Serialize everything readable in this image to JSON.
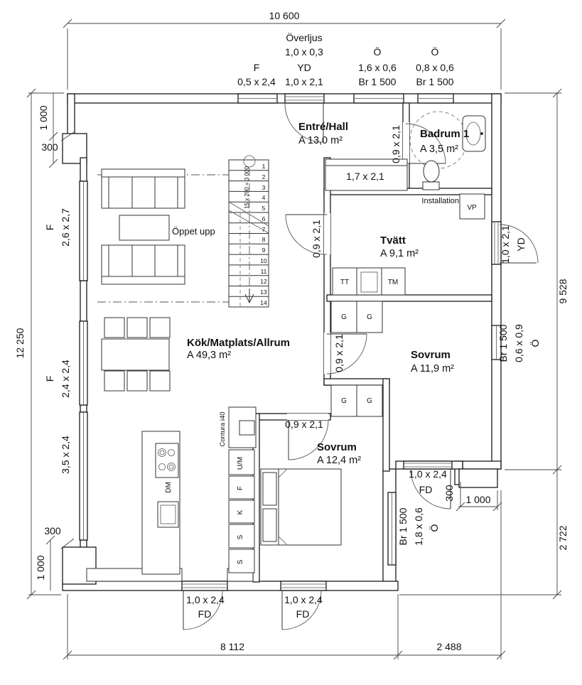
{
  "plan": {
    "dims": {
      "top": "10 600",
      "left": "12 250",
      "right_upper": "9 528",
      "right_lower": "2 722",
      "bottom_left": "8 112",
      "bottom_right": "2 488",
      "tl_v": "1 000",
      "tl_h": "300",
      "bl_h": "300",
      "bl_v": "1 000",
      "br_v": "300",
      "br_h": "1 000"
    },
    "top_openings": {
      "overljus": "Överljus",
      "overljus_size": "1,0 x 0,3",
      "f": "F",
      "f_size": "0,5 x 2,4",
      "yd": "YD",
      "yd_size": "1,0 x 2,1",
      "o1": "Ö",
      "o1_size": "1,6 x 0,6",
      "o1_br": "Br 1 500",
      "o2": "Ö",
      "o2_size": "0,8 x 0,6",
      "o2_br": "Br 1 500"
    },
    "left_openings": {
      "f1": "F",
      "f1_size": "2,6 x 2,7",
      "f2": "F",
      "f2_size": "2,4 x 2,4",
      "w3_size": "3,5 x 2,4"
    },
    "right_openings": {
      "yd_size": "1,0 x 2,1",
      "yd": "YD",
      "o_br": "Br 1 500",
      "o_size": "0,6 x 0,9",
      "o": "Ö"
    },
    "ext_opening": {
      "br": "Br 1 500",
      "size": "1,8 x 0,6",
      "o": "Ö"
    },
    "rooms": {
      "hall": {
        "name": "Entré/Hall",
        "area": "A 13,0 m²"
      },
      "bath": {
        "name": "Badrum 1",
        "area": "A 3,5 m²"
      },
      "laundry": {
        "name": "Tvätt",
        "area": "A 9,1 m²"
      },
      "bed1": {
        "name": "Sovrum",
        "area": "A 11,9 m²"
      },
      "bed2": {
        "name": "Sovrum",
        "area": "A 12,4 m²"
      },
      "kitchen": {
        "name": "Kök/Matplats/Allrum",
        "area": "A 49,3 m²"
      }
    },
    "doors": {
      "closet": "1,7 x 2,1",
      "bath": "0,9 x 2,1",
      "laundry": "0,9 x 2,1",
      "bed1": "0,9 x 2,1",
      "bed2": "0,9 x 2,1",
      "fd1": "1,0 x 2,4",
      "fd1_t": "FD",
      "fd2": "1,0 x 2,4",
      "fd2_t": "FD",
      "fd3": "1,0 x 2,4",
      "fd3_t": "FD"
    },
    "labels": {
      "open_above": "Öppet upp",
      "installation": "Installation",
      "vp": "VP",
      "tt": "TT",
      "tm": "TM",
      "g": "G",
      "dm": "DM",
      "um": "U/M",
      "f": "F",
      "k": "K",
      "s1": "S",
      "s2": "S",
      "fireplace": "Contura i40",
      "stair_note": "15 x 200 = 3 000"
    },
    "stairs": {
      "steps": [
        "1",
        "2",
        "3",
        "4",
        "5",
        "6",
        "7",
        "8",
        "9",
        "10",
        "11",
        "12",
        "13",
        "14"
      ]
    }
  }
}
